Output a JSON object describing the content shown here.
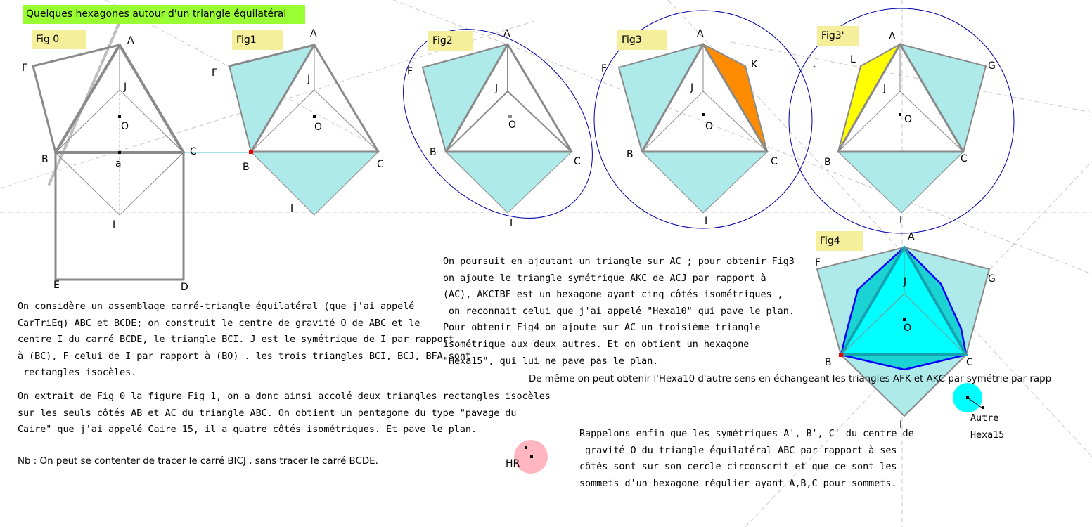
{
  "title": "Quelques hexagones autour d'un triangle équilatéral",
  "figure_labels": {
    "fig0": "Fig 0",
    "fig1": "Fig1",
    "fig2": "Fig2",
    "fig3": "Fig3",
    "fig3p": "Fig3'",
    "fig4": "Fig4"
  },
  "points": {
    "A": "A",
    "B": "B",
    "C": "C",
    "E": "E",
    "D": "D",
    "F": "F",
    "G": "G",
    "I": "I",
    "J": "J",
    "K": "K",
    "L": "L",
    "O": "O",
    "a": "a",
    "HR": "HR"
  },
  "paragraphs": {
    "p1": "On considère un assemblage carré-triangle équilatéral (que j'ai appelé\nCarTriEq) ABC et BCDE; on construit le centre de gravité O de ABC et le\ncentre I du carré BCDE, le triangle BCI. J est le symétrique de I par rapport\nà (BC), F celui de I par rapport à (BO) . les trois triangles BCI, BCJ, BFA sont\n rectangles isocèles.",
    "p2": "On extrait de Fig 0 la figure Fig 1, on a donc ainsi accolé deux triangles rectangles isocèles\nsur les seuls côtés AB et AC du triangle ABC. On obtient un pentagone du type \"pavage du\nCaire\" que j'ai appelé Caire 15, il a quatre côtés isométriques. Et pave le plan.",
    "p3": "Nb : On peut se contenter de tracer le carré BICJ , sans tracer le carré BCDE.",
    "p4": "On poursuit en ajoutant un triangle sur AC ; pour obtenir Fig3\non ajoute le triangle symétrique AKC de ACJ par rapport à\n(AC), AKCIBF est un hexagone ayant cinq côtés isométriques ,\n on reconnait celui que j'ai appelé \"Hexa10\" qui pave le plan.\nPour obtenir Fig4 on ajoute sur AC un troisième triangle\nisométrique aux deux autres. Et on obtient un hexagone\n\"Hexa15\", qui lui ne pave pas le plan.",
    "p5": "De même on peut obtenir l'Hexa10 d'autre sens en échangeant les triangles AFK et AKC par symétrie par rapp",
    "p6": "Rappelons enfin que les symétriques A', B', C' du centre de\n gravité O du triangle équilatéral ABC par rapport à ses\ncôtés sont sur son cercle circonscrit et que ce sont les\nsommets d'un hexagone régulier ayant A,B,C pour sommets.",
    "autre": "Autre\nHexa15"
  },
  "colors": {
    "title_bg": "#99ff33",
    "label_bg": "#f5ee9a",
    "light_cyan": "#aeeaea",
    "cyan": "#00ffff",
    "turquoise": "#1bd3d3",
    "orange": "#ff8c00",
    "yellow": "#ffff00",
    "pink": "#ffb6c1",
    "circle_blue": "#0000aa",
    "edge_gray": "#8a8a8a",
    "marker_red": "#ee0000"
  }
}
